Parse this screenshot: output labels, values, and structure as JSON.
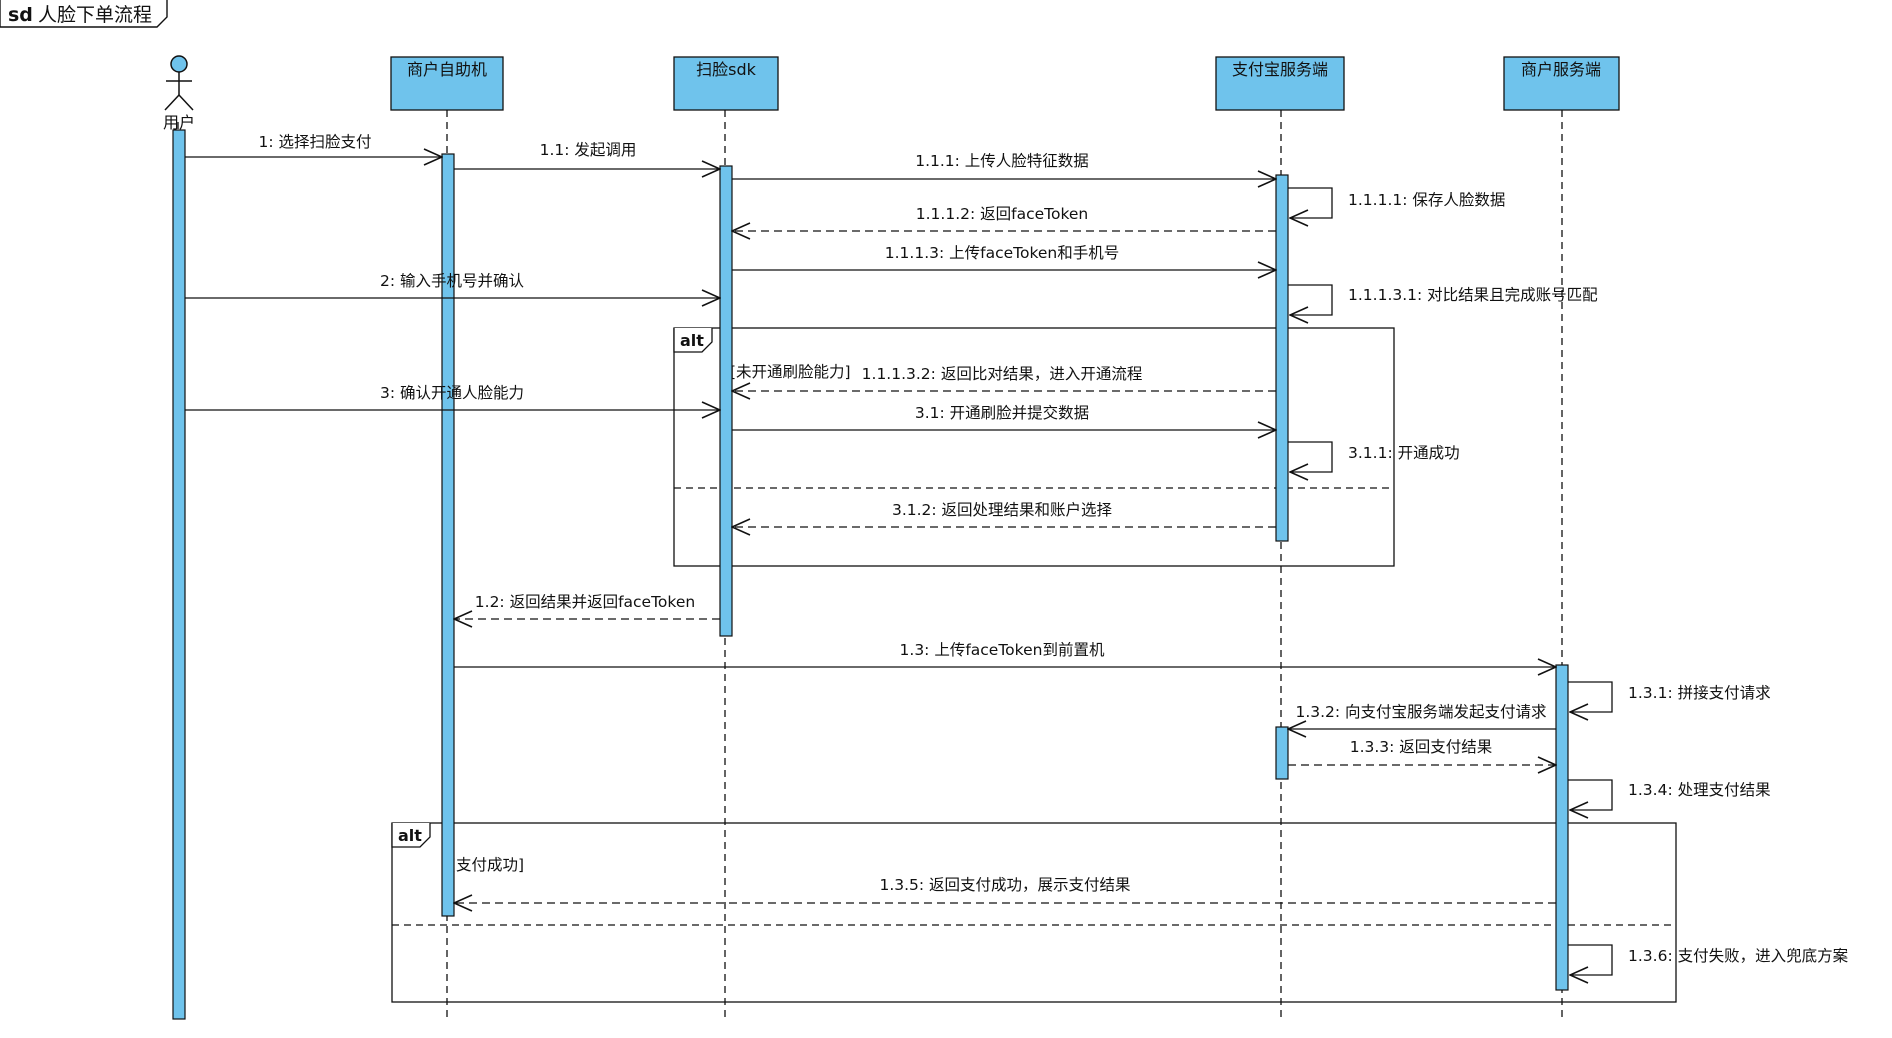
{
  "frame": {
    "keyword": "sd",
    "title": "人脸下单流程"
  },
  "actor": {
    "name": "用户"
  },
  "participants": [
    {
      "id": "kiosk",
      "label": "商户自助机"
    },
    {
      "id": "sdk",
      "label": "扫脸sdk"
    },
    {
      "id": "alipay",
      "label": "支付宝服务端"
    },
    {
      "id": "merchant",
      "label": "商户服务端"
    }
  ],
  "messages": [
    {
      "id": "m1",
      "label": "1: 选择扫脸支付",
      "from": "user",
      "to": "kiosk",
      "style": "sync"
    },
    {
      "id": "m1_1",
      "label": "1.1: 发起调用",
      "from": "kiosk",
      "to": "sdk",
      "style": "sync"
    },
    {
      "id": "m1_1_1",
      "label": "1.1.1: 上传人脸特征数据",
      "from": "sdk",
      "to": "alipay",
      "style": "sync"
    },
    {
      "id": "m1_1_1_1",
      "label": "1.1.1.1: 保存人脸数据",
      "from": "alipay",
      "to": "alipay",
      "style": "self"
    },
    {
      "id": "m1_1_1_2",
      "label": "1.1.1.2: 返回faceToken",
      "from": "alipay",
      "to": "sdk",
      "style": "reply"
    },
    {
      "id": "m1_1_1_3",
      "label": "1.1.1.3: 上传faceToken和手机号",
      "from": "sdk",
      "to": "alipay",
      "style": "sync"
    },
    {
      "id": "m2",
      "label": "2: 输入手机号并确认",
      "from": "user",
      "to": "sdk",
      "style": "sync"
    },
    {
      "id": "m1_1_1_3_1",
      "label": "1.1.1.3.1: 对比结果且完成账号匹配",
      "from": "alipay",
      "to": "alipay",
      "style": "self"
    },
    {
      "id": "m1_1_1_3_2",
      "label": "1.1.1.3.2: 返回比对结果，进入开通流程",
      "from": "alipay",
      "to": "sdk",
      "style": "reply"
    },
    {
      "id": "m3",
      "label": "3: 确认开通人脸能力",
      "from": "user",
      "to": "sdk",
      "style": "sync"
    },
    {
      "id": "m3_1",
      "label": "3.1: 开通刷脸并提交数据",
      "from": "sdk",
      "to": "alipay",
      "style": "sync"
    },
    {
      "id": "m3_1_1",
      "label": "3.1.1: 开通成功",
      "from": "alipay",
      "to": "alipay",
      "style": "self"
    },
    {
      "id": "m3_1_2",
      "label": "3.1.2: 返回处理结果和账户选择",
      "from": "alipay",
      "to": "sdk",
      "style": "reply"
    },
    {
      "id": "m1_2",
      "label": "1.2: 返回结果并返回faceToken",
      "from": "sdk",
      "to": "kiosk",
      "style": "reply"
    },
    {
      "id": "m1_3",
      "label": "1.3: 上传faceToken到前置机",
      "from": "kiosk",
      "to": "merchant",
      "style": "sync"
    },
    {
      "id": "m1_3_1",
      "label": "1.3.1: 拼接支付请求",
      "from": "merchant",
      "to": "merchant",
      "style": "self"
    },
    {
      "id": "m1_3_2",
      "label": "1.3.2: 向支付宝服务端发起支付请求",
      "from": "merchant",
      "to": "alipay",
      "style": "sync"
    },
    {
      "id": "m1_3_3",
      "label": "1.3.3: 返回支付结果",
      "from": "alipay",
      "to": "merchant",
      "style": "reply"
    },
    {
      "id": "m1_3_4",
      "label": "1.3.4: 处理支付结果",
      "from": "merchant",
      "to": "merchant",
      "style": "self"
    },
    {
      "id": "m1_3_5",
      "label": "1.3.5: 返回支付成功，展示支付结果",
      "from": "merchant",
      "to": "kiosk",
      "style": "reply"
    },
    {
      "id": "m1_3_6",
      "label": "1.3.6: 支付失败，进入兜底方案",
      "from": "merchant",
      "to": "merchant",
      "style": "self"
    }
  ],
  "fragments": [
    {
      "id": "alt1",
      "operator": "alt",
      "guard": "[未开通刷脸能力]"
    },
    {
      "id": "alt2",
      "operator": "alt",
      "guard": "[支付成功]"
    }
  ],
  "colors": {
    "activation_fill": "#6fc3ec",
    "participant_fill": "#6fc3ec",
    "line": "#111111"
  }
}
